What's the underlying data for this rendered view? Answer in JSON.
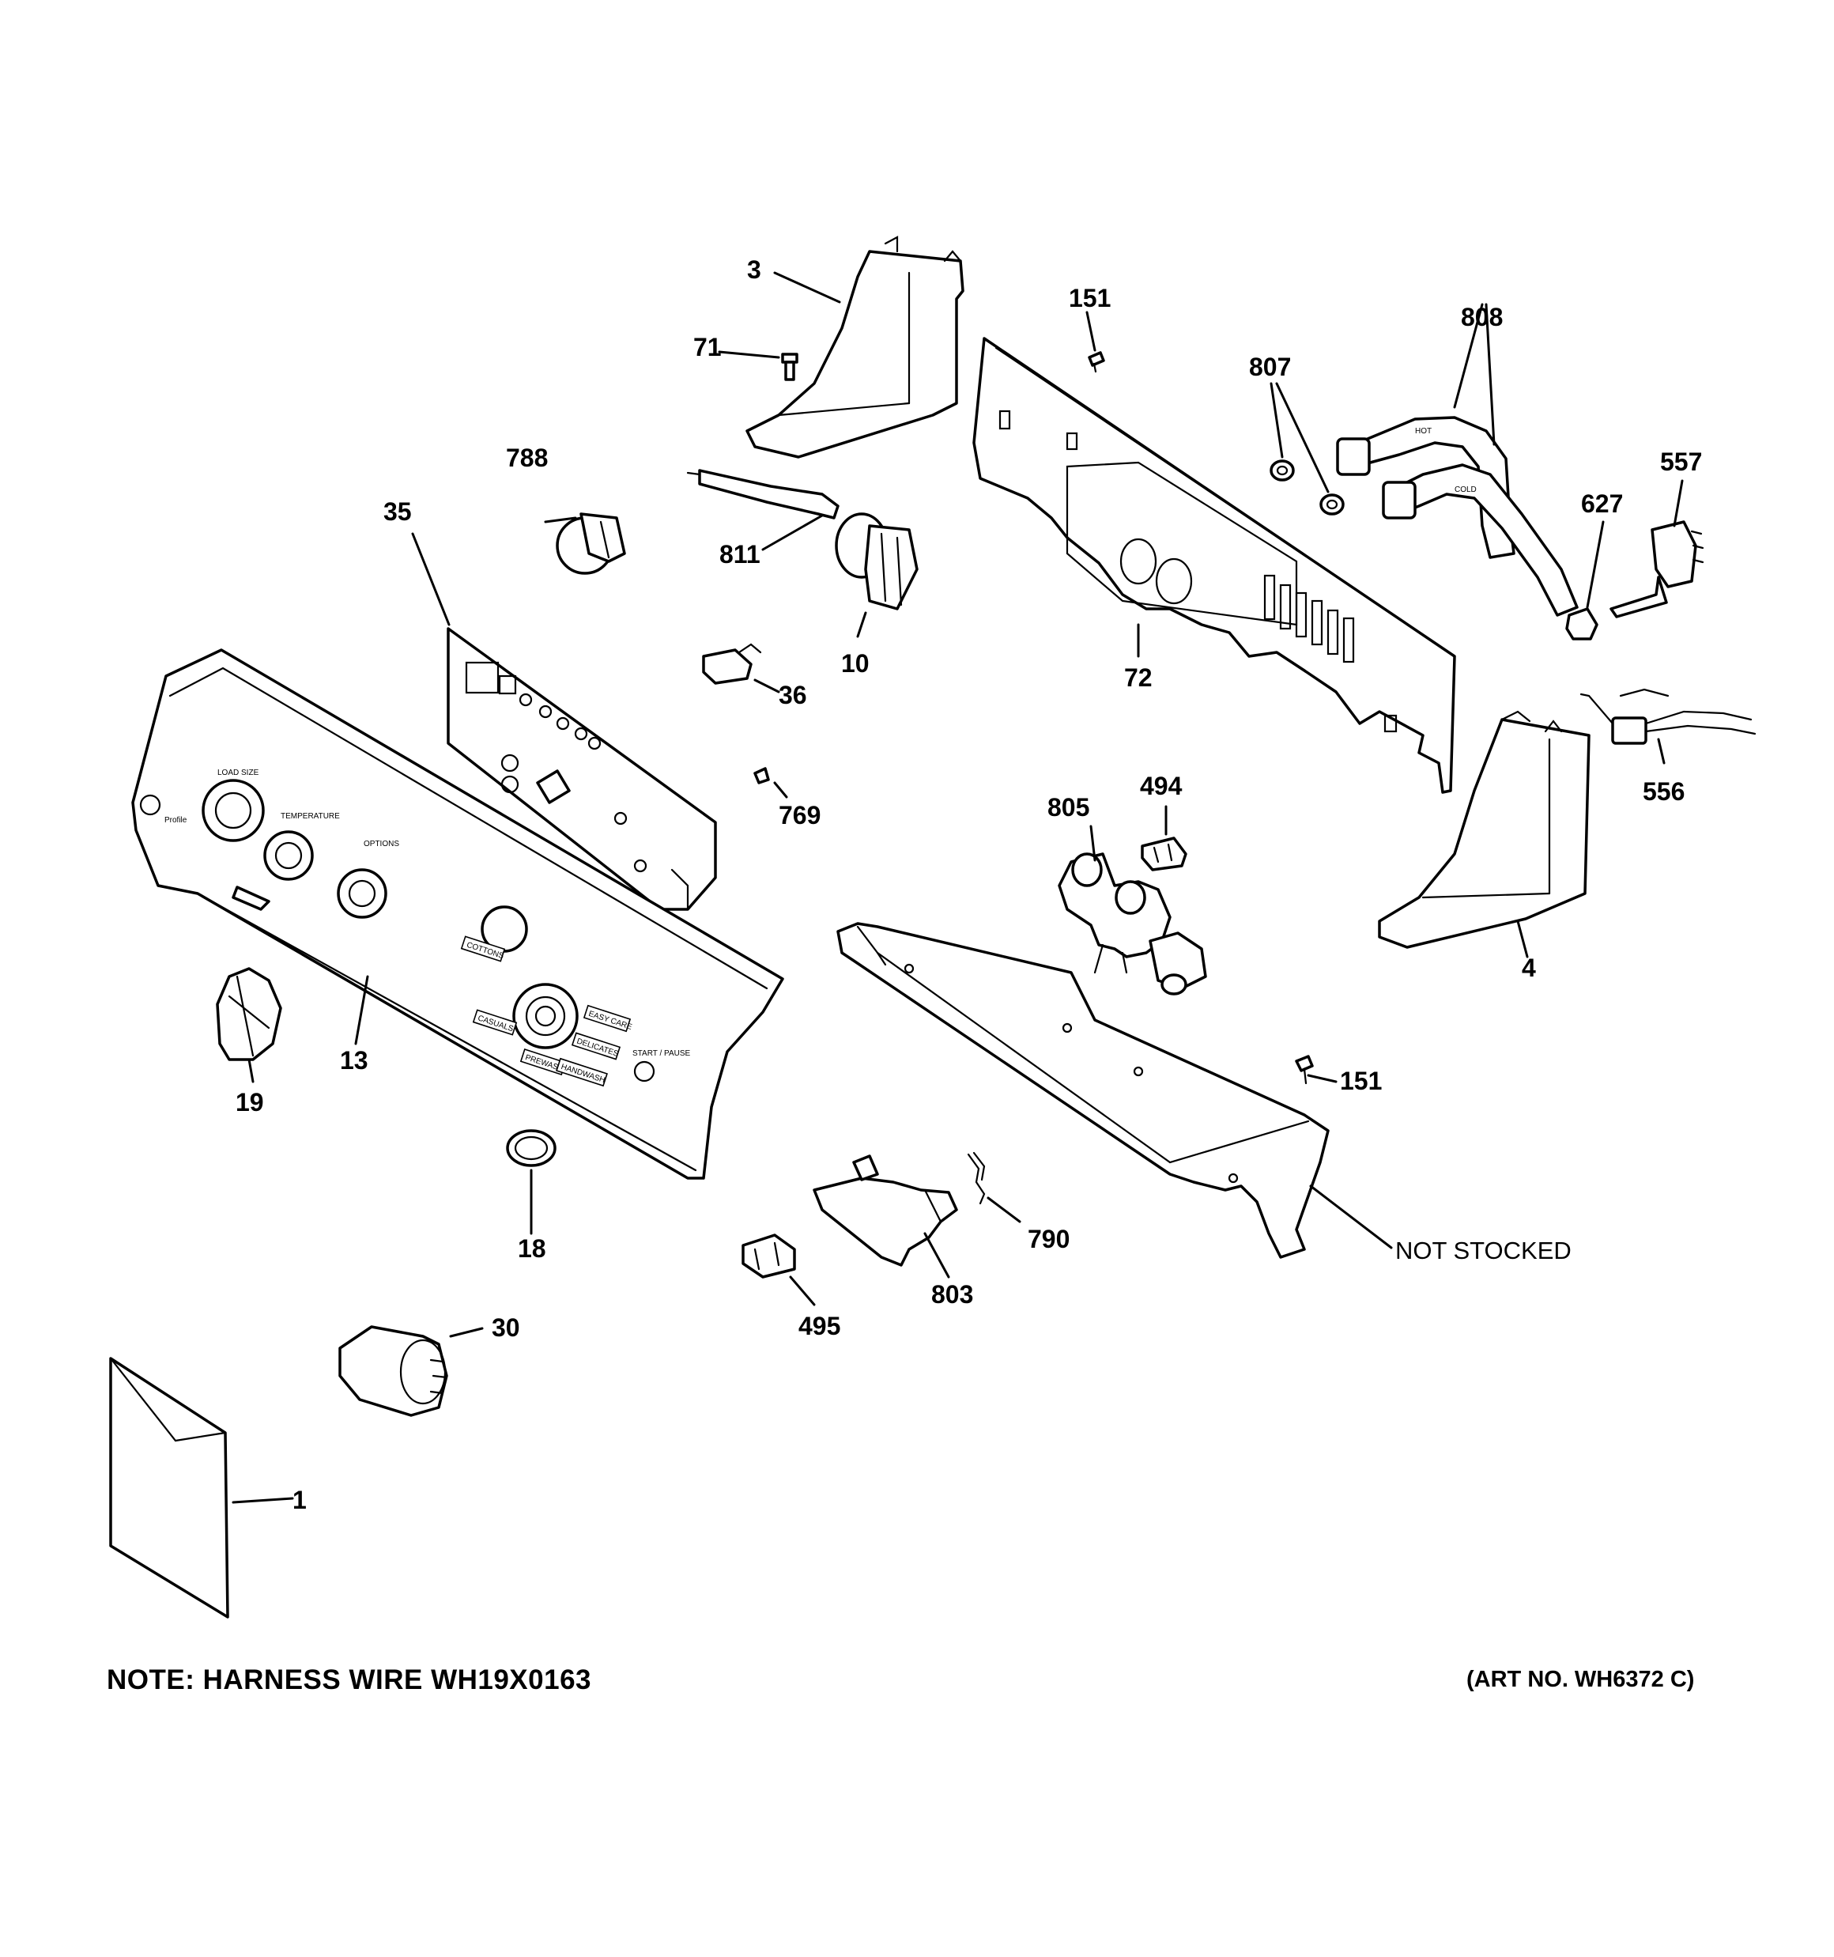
{
  "callouts": {
    "c1": "1",
    "c3": "3",
    "c4": "4",
    "c10": "10",
    "c13": "13",
    "c18": "18",
    "c19": "19",
    "c30": "30",
    "c35": "35",
    "c36": "36",
    "c71": "71",
    "c72": "72",
    "c151a": "151",
    "c151b": "151",
    "c494": "494",
    "c495": "495",
    "c556": "556",
    "c557": "557",
    "c627": "627",
    "c769": "769",
    "c788": "788",
    "c790": "790",
    "c803": "803",
    "c805": "805",
    "c807": "807",
    "c808": "808",
    "c811": "811",
    "not_stocked": "NOT STOCKED"
  },
  "console_labels": {
    "load_size": "LOAD SIZE",
    "temperature": "TEMPERATURE",
    "options": "OPTIONS",
    "cottons": "COTTONS",
    "easy_care": "EASY CARE",
    "delicates": "DELICATES",
    "casuals": "CASUALS",
    "prewash": "PREWASH",
    "handwash": "HANDWASH",
    "start_pause": "START / PAUSE",
    "brand": "Profile",
    "hose_hot": "HOT",
    "hose_cold": "COLD"
  },
  "footer": {
    "note": "NOTE: HARNESS WIRE WH19X0163",
    "art_no": "(ART NO. WH6372 C)"
  }
}
